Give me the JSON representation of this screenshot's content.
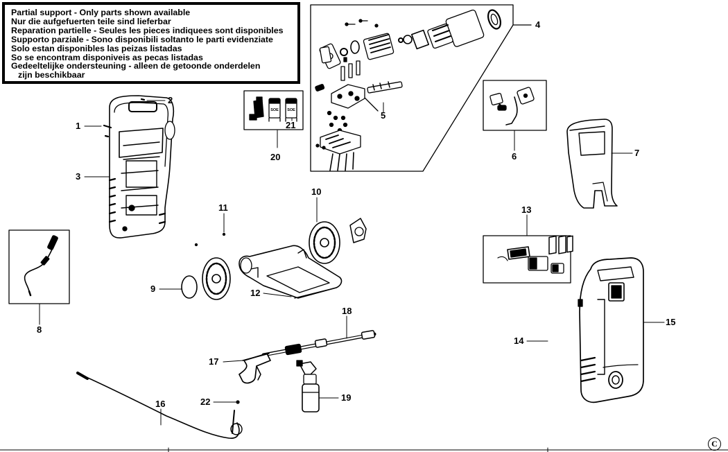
{
  "notice": {
    "lines": [
      "Partial support - Only parts shown available",
      "Nur die aufgefuerten teile sind lieferbar",
      "Reparation partielle - Seules les pieces indiquees sont disponibles",
      "Supporto parziale - Sono disponibili soltanto le parti evidenziate",
      "Solo estan disponibles las peizas listadas",
      "So se encontram disponiveis as pecas listadas",
      "Gedeeltelijke ondersteuning - alleen de getoonde onderdelen",
      "zijn beschikbaar"
    ]
  },
  "callouts": {
    "c1": "1",
    "c2": "2",
    "c3": "3",
    "c4": "4",
    "c5": "5",
    "c6": "6",
    "c7": "7",
    "c8": "8",
    "c9": "9",
    "c10": "10",
    "c11": "11",
    "c12": "12",
    "c13": "13",
    "c14": "14",
    "c15": "15",
    "c16": "16",
    "c17": "17",
    "c18": "18",
    "c19": "19",
    "c20": "20",
    "c21": "21",
    "c22": "22"
  },
  "part_labels": {
    "fitting_a": "SOE",
    "fitting_b": "SOE"
  },
  "copyright": "C"
}
